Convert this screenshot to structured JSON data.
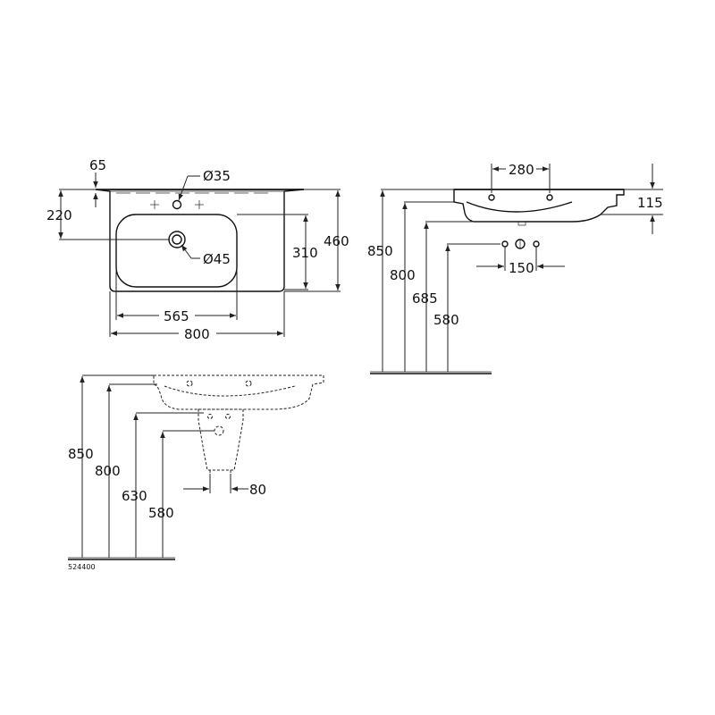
{
  "drawing_code": "524400",
  "top_view": {
    "offset_label": "65",
    "tap_hole_label": "Ø35",
    "overflow_label": "Ø45",
    "depth_to_drain_label": "220",
    "bowl_depth_label": "310",
    "total_depth_label": "460",
    "bowl_width_label": "565",
    "total_width_label": "800"
  },
  "side_view": {
    "hole_spacing_label": "280",
    "rim_height_label": "115",
    "h850_label": "850",
    "h800_label": "800",
    "h685_label": "685",
    "h580_label": "580",
    "waste_spacing_label": "150"
  },
  "front_view": {
    "h850_label": "850",
    "h800_label": "800",
    "h630_label": "630",
    "h580_label": "580",
    "trap_width_label": "80"
  }
}
